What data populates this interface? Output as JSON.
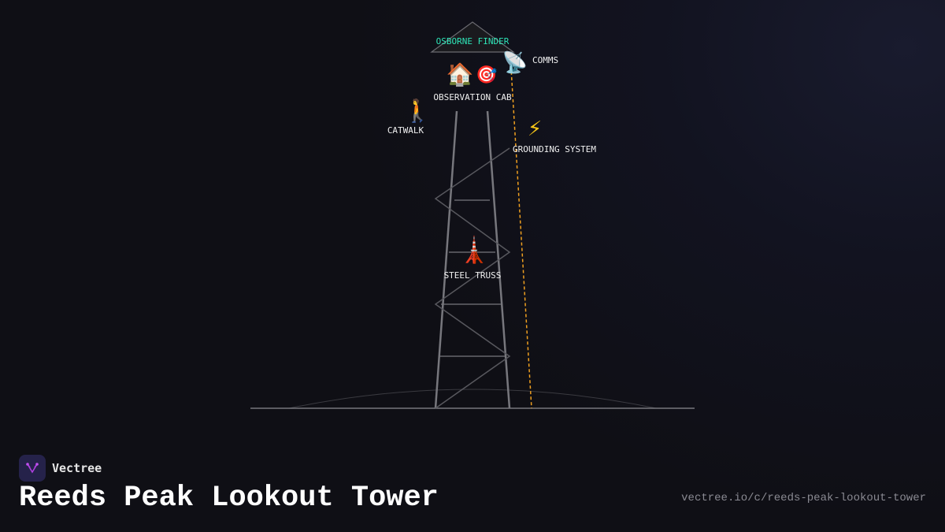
{
  "diagram": {
    "labels": {
      "finder": "OSBORNE FINDER",
      "comms": "COMMS",
      "cab": "OBSERVATION CAB",
      "catwalk": "CATWALK",
      "grounding": "GROUNDING SYSTEM",
      "truss": "STEEL TRUSS"
    },
    "icons": {
      "cab": "🏠",
      "finder": "🎯",
      "comms": "📡",
      "catwalk": "🚶",
      "grounding": "⚡",
      "truss": "🗼"
    },
    "colors": {
      "finder_label": "#2ee6b8",
      "ground_wire": "#f0a020",
      "structure": "#6a6a70"
    }
  },
  "footer": {
    "brand": "Vectree",
    "title": "Reeds Peak Lookout Tower",
    "url": "vectree.io/c/reeds-peak-lookout-tower"
  }
}
